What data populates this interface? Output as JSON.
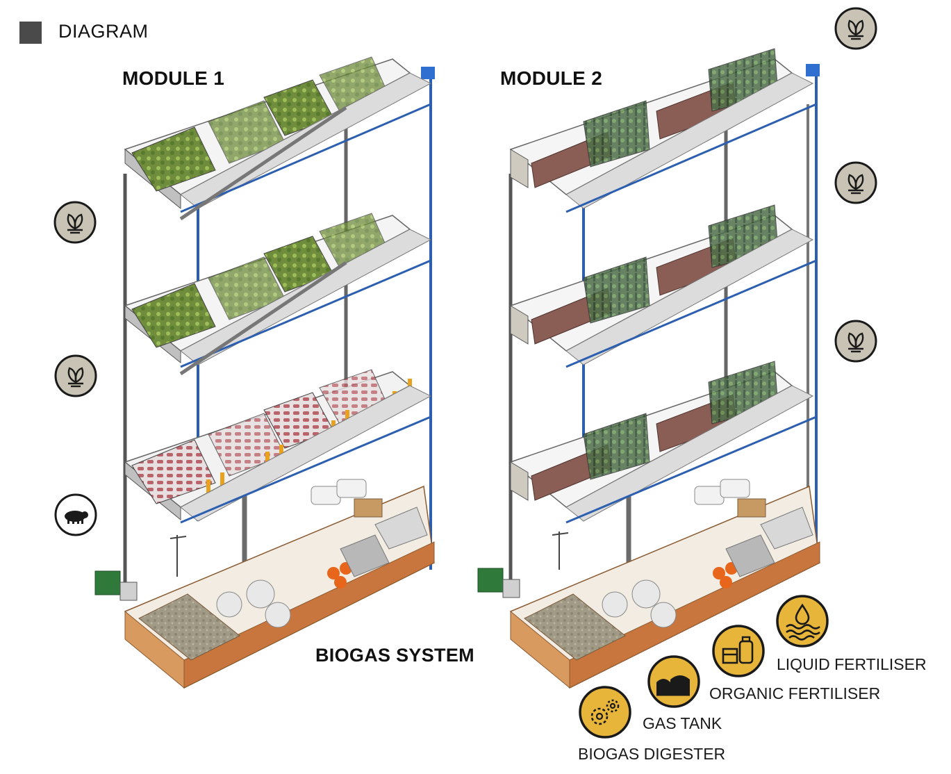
{
  "header": {
    "title": "DIAGRAM"
  },
  "modules": [
    {
      "label": "MODULE 1"
    },
    {
      "label": "MODULE 2"
    }
  ],
  "biogas": {
    "label": "BIOGAS SYSTEM"
  },
  "legend": [
    {
      "label": "LIQUID FERTILISER",
      "icon": "water-drop-waves-icon"
    },
    {
      "label": "ORGANIC FERTILISER",
      "icon": "fertiliser-containers-icon"
    },
    {
      "label": "GAS TANK",
      "icon": "gas-tank-icon"
    },
    {
      "label": "BIOGAS DIGESTER",
      "icon": "gears-icon"
    }
  ],
  "colors": {
    "header_square": "#4a4a4a",
    "plant_icon_bg": "#c8c3b4",
    "pig_icon_bg": "#ffffff",
    "legend_icon_bg": "#e7b53a",
    "pipe_blue": "#2c5fb0",
    "pipe_gray": "#6b6b6b",
    "biogas_floor": "#c8763d",
    "module2_planter": "#8a5d55"
  }
}
